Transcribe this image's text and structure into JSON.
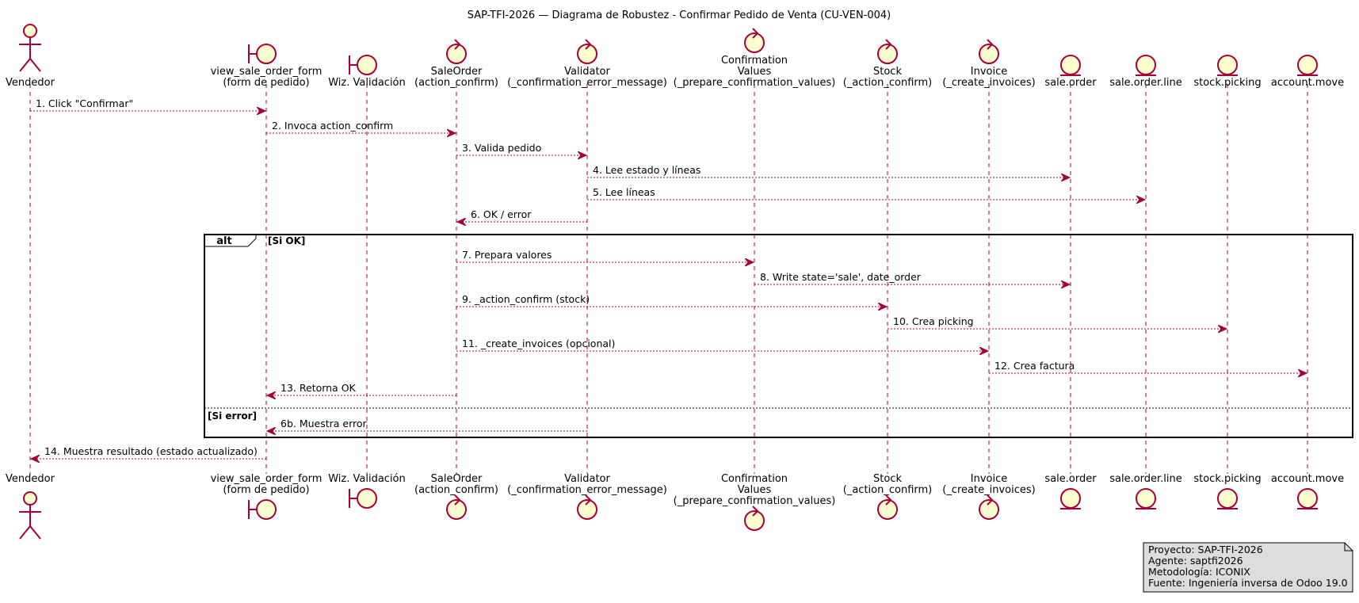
{
  "title": "SAP-TFI-2026 — Diagrama de Robustez - Confirmar Pedido de Venta (CU-VEN-004)",
  "participants": [
    {
      "id": "vendedor",
      "type": "actor",
      "lines": [
        "Vendedor"
      ]
    },
    {
      "id": "view_form",
      "type": "boundary",
      "lines": [
        "view_sale_order_form",
        "(form de pedido)"
      ]
    },
    {
      "id": "wiz",
      "type": "boundary",
      "lines": [
        "Wiz. Validación"
      ]
    },
    {
      "id": "saleorder",
      "type": "control",
      "lines": [
        "SaleOrder",
        "(action_confirm)"
      ]
    },
    {
      "id": "validator",
      "type": "control",
      "lines": [
        "Validator",
        "(_confirmation_error_message)"
      ]
    },
    {
      "id": "confvalues",
      "type": "control",
      "lines": [
        "Confirmation",
        "Values",
        "(_prepare_confirmation_values)"
      ]
    },
    {
      "id": "stock",
      "type": "control",
      "lines": [
        "Stock",
        "(_action_confirm)"
      ]
    },
    {
      "id": "invoice",
      "type": "control",
      "lines": [
        "Invoice",
        "(_create_invoices)"
      ]
    },
    {
      "id": "sale_order",
      "type": "entity",
      "lines": [
        "sale.order"
      ]
    },
    {
      "id": "sale_order_line",
      "type": "entity",
      "lines": [
        "sale.order.line"
      ]
    },
    {
      "id": "stock_picking",
      "type": "entity",
      "lines": [
        "stock.picking"
      ]
    },
    {
      "id": "account_move",
      "type": "entity",
      "lines": [
        "account.move"
      ]
    }
  ],
  "messages": [
    {
      "from": "vendedor",
      "to": "view_form",
      "label": "1. Click \"Confirmar\""
    },
    {
      "from": "view_form",
      "to": "saleorder",
      "label": "2. Invoca action_confirm"
    },
    {
      "from": "saleorder",
      "to": "validator",
      "label": "3. Valida pedido"
    },
    {
      "from": "validator",
      "to": "sale_order",
      "label": "4. Lee estado y líneas"
    },
    {
      "from": "validator",
      "to": "sale_order_line",
      "label": "5. Lee líneas"
    },
    {
      "from": "validator",
      "to": "saleorder",
      "label": "6. OK / error"
    },
    {
      "from": "saleorder",
      "to": "confvalues",
      "label": "7. Prepara valores"
    },
    {
      "from": "confvalues",
      "to": "sale_order",
      "label": "8. Write state='sale', date_order"
    },
    {
      "from": "saleorder",
      "to": "stock",
      "label": "9. _action_confirm (stock)"
    },
    {
      "from": "stock",
      "to": "stock_picking",
      "label": "10. Crea picking"
    },
    {
      "from": "saleorder",
      "to": "invoice",
      "label": "11. _create_invoices (opcional)"
    },
    {
      "from": "invoice",
      "to": "account_move",
      "label": "12. Crea factura"
    },
    {
      "from": "saleorder",
      "to": "view_form",
      "label": "13. Retorna OK"
    },
    {
      "from": "validator",
      "to": "view_form",
      "label": "6b. Muestra error"
    },
    {
      "from": "view_form",
      "to": "vendedor",
      "label": "14. Muestra resultado (estado actualizado)"
    }
  ],
  "fragment": {
    "operator": "alt",
    "guard1": "[Si OK]",
    "guard2": "[Si error]"
  },
  "note": {
    "lines": [
      "Proyecto: SAP-TFI-2026",
      "Agente: saptfi2026",
      "Metodología: ICONIX",
      "Fuente: Ingeniería inversa de Odoo 19.0"
    ]
  },
  "colors": {
    "line": "#A80036",
    "fill": "#FEFECE",
    "note": "#DDDDDD"
  }
}
